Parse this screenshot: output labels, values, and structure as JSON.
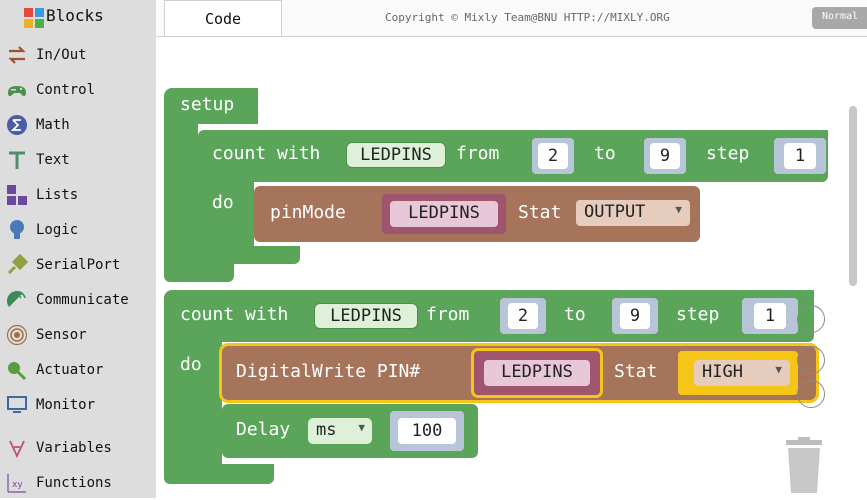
{
  "sidebar": {
    "blocks_tab": "Blocks",
    "categories": [
      {
        "label": "In/Out",
        "icon": "arrows-icon",
        "color": "#a0522d"
      },
      {
        "label": "Control",
        "icon": "gamepad-icon",
        "color": "#4a8f4a"
      },
      {
        "label": "Math",
        "icon": "sigma-icon",
        "color": "#4a5ea8"
      },
      {
        "label": "Text",
        "icon": "text-t-icon",
        "color": "#4a8f6a"
      },
      {
        "label": "Lists",
        "icon": "lists-icon",
        "color": "#6a4a9f"
      },
      {
        "label": "Logic",
        "icon": "bulb-icon",
        "color": "#4a7ab5"
      },
      {
        "label": "SerialPort",
        "icon": "plug-icon",
        "color": "#8fa040"
      },
      {
        "label": "Communicate",
        "icon": "satellite-icon",
        "color": "#3a8a5a"
      },
      {
        "label": "Sensor",
        "icon": "sensor-icon",
        "color": "#a07040"
      },
      {
        "label": "Actuator",
        "icon": "actuator-icon",
        "color": "#5a9a40"
      },
      {
        "label": "Monitor",
        "icon": "monitor-icon",
        "color": "#3a6aa0"
      },
      {
        "label": "Variables",
        "icon": "variables-icon",
        "color": "#c0506a"
      },
      {
        "label": "Functions",
        "icon": "functions-icon",
        "color": "#7a4aa0"
      }
    ]
  },
  "topbar": {
    "code_tab": "Code",
    "copyright": "Copyright © Mixly Team@BNU HTTP://MIXLY.ORG",
    "mode_button": "Normal"
  },
  "workspace": {
    "setup_block": {
      "label": "setup",
      "loop": {
        "count_with": "count with",
        "var": "LEDPINS",
        "from": "from",
        "from_val": "2",
        "to": "to",
        "to_val": "9",
        "step": "step",
        "step_val": "1",
        "do": "do",
        "body": {
          "pinmode": "pinMode",
          "var": "LEDPINS",
          "stat": "Stat",
          "mode": "OUTPUT"
        }
      }
    },
    "main_loop": {
      "count_with": "count with",
      "var": "LEDPINS",
      "from": "from",
      "from_val": "2",
      "to": "to",
      "to_val": "9",
      "step": "step",
      "step_val": "1",
      "do": "do",
      "digitalwrite": {
        "label": "DigitalWrite PIN#",
        "var": "LEDPINS",
        "stat": "Stat",
        "value": "HIGH"
      },
      "delay": {
        "label": "Delay",
        "unit": "ms",
        "value": "100"
      }
    }
  },
  "colors": {
    "loop_green": "#5ba55b",
    "io_brown": "#a5745b",
    "selection_yellow": "#f5c518",
    "sidebar_bg": "#dddddd"
  }
}
